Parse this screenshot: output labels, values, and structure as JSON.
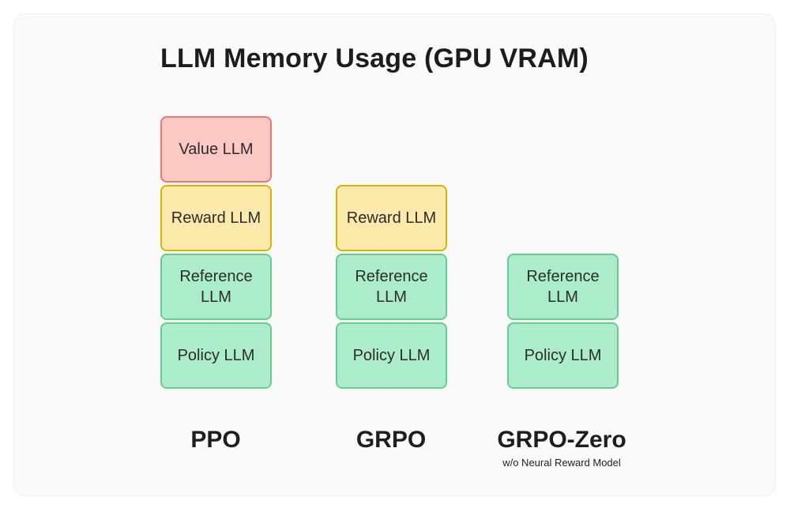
{
  "title": "LLM Memory Usage (GPU VRAM)",
  "colors": {
    "red": {
      "fill": "#fcc8c4",
      "border": "#f0756a"
    },
    "yellow": {
      "fill": "#fde9a9",
      "border": "#dcb004"
    },
    "green": {
      "fill": "#abedca",
      "border": "#64ce91"
    },
    "card_bg": "#fafafa",
    "text": "#1d1e21"
  },
  "columns": [
    {
      "name": "PPO",
      "caption": "",
      "blocks": [
        {
          "label": "Value LLM",
          "color": "red"
        },
        {
          "label": "Reward LLM",
          "color": "yellow"
        },
        {
          "label": "Reference\nLLM",
          "color": "green"
        },
        {
          "label": "Policy LLM",
          "color": "green"
        }
      ]
    },
    {
      "name": "GRPO",
      "caption": "",
      "blocks": [
        {
          "label": "Reward LLM",
          "color": "yellow"
        },
        {
          "label": "Reference\nLLM",
          "color": "green"
        },
        {
          "label": "Policy LLM",
          "color": "green"
        }
      ]
    },
    {
      "name": "GRPO-Zero",
      "caption": "w/o Neural Reward Model",
      "blocks": [
        {
          "label": "Reference\nLLM",
          "color": "green"
        },
        {
          "label": "Policy LLM",
          "color": "green"
        }
      ]
    }
  ]
}
